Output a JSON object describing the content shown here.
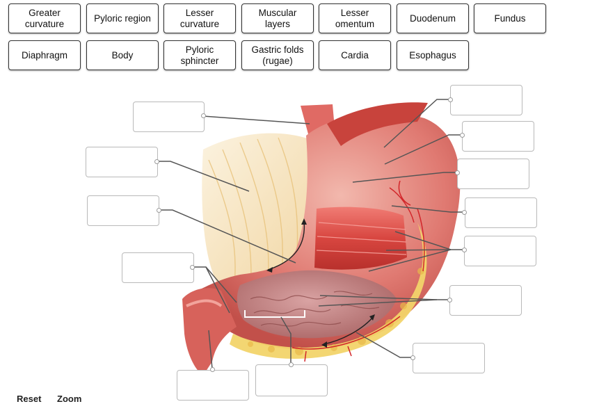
{
  "terms": [
    "Greater\ncurvature",
    "Pyloric region",
    "Lesser\ncurvature",
    "Muscular\nlayers",
    "Lesser\nomentum",
    "Duodenum",
    "Fundus",
    "Diaphragm",
    "Body",
    "Pyloric\nsphincter",
    "Gastric folds\n(rugae)",
    "Cardia",
    "Esophagus"
  ],
  "footer": {
    "reset_label": "Reset",
    "zoom_label": "Zoom"
  },
  "colors": {
    "stomach": "#e07a72",
    "muscle": "#d9534f",
    "mucosa": "#c98888",
    "fat": "#f2d46a",
    "diaphragm": "#f3dcb0",
    "leader": "#555555"
  }
}
